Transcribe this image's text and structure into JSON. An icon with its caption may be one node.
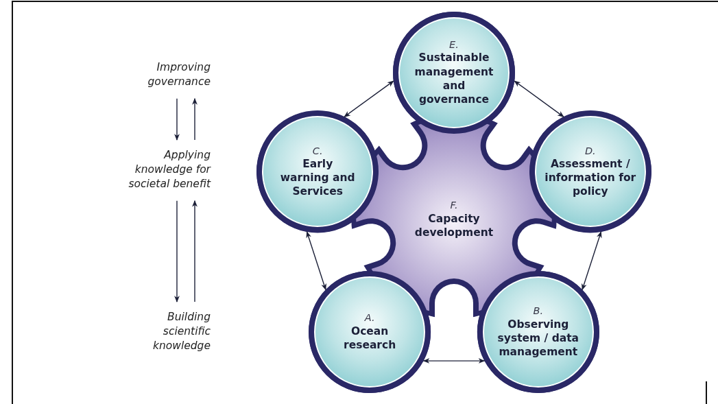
{
  "diagram": {
    "nodes": [
      {
        "text": [
          "E.",
          "Sustainable management and governance"
        ]
      },
      {
        "text": [
          "C.",
          "Early warning and Services"
        ]
      },
      {
        "text": [
          "D.",
          "Assessment / information for policy"
        ]
      },
      {
        "text": [
          "F.",
          "Capacity development"
        ]
      },
      {
        "text": [
          "A.",
          "Ocean research"
        ]
      },
      {
        "text": [
          "B.",
          "Observing system / data management"
        ]
      },
      {
        "text": [
          "Improving governance"
        ]
      },
      {
        "text": [
          "Applying knowledge for societal benefit"
        ]
      },
      {
        "text": [
          "Building scientific knowledge"
        ]
      }
    ],
    "edges": [
      {
        "from": 1,
        "to": 0,
        "arrow": "both"
      },
      {
        "from": 0,
        "to": 2,
        "arrow": "both"
      },
      {
        "from": 1,
        "to": 4,
        "arrow": "both"
      },
      {
        "from": 2,
        "to": 5,
        "arrow": "both"
      },
      {
        "from": 4,
        "to": 5,
        "arrow": "both"
      },
      {
        "from": 6,
        "to": 7,
        "arrow": "to"
      },
      {
        "from": 7,
        "to": 6,
        "arrow": "to"
      },
      {
        "from": 7,
        "to": 8,
        "arrow": "to"
      },
      {
        "from": 8,
        "to": 7,
        "arrow": "to"
      }
    ]
  }
}
